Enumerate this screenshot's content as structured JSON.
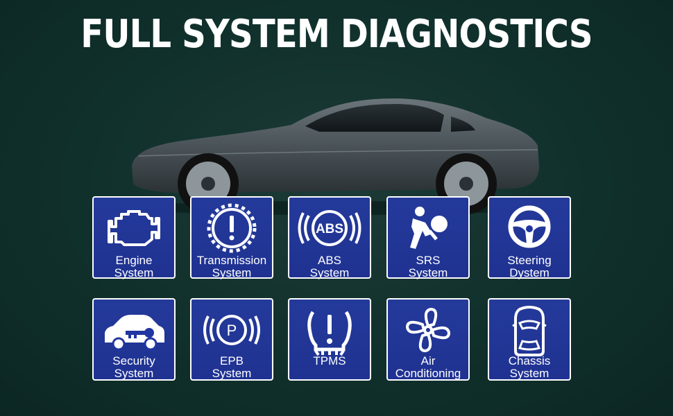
{
  "title": "FULL SYSTEM DIAGNOSTICS",
  "colors": {
    "background": "#10302c",
    "tile_fill": "#2136a0",
    "tile_border": "#ffffff",
    "text": "#ffffff"
  },
  "systems": [
    {
      "line1": "Engine",
      "line2": "System",
      "icon": "engine-icon"
    },
    {
      "line1": "Transmission",
      "line2": "System",
      "icon": "transmission-warning-icon"
    },
    {
      "line1": "ABS",
      "line2": "System",
      "icon": "abs-icon"
    },
    {
      "line1": "SRS",
      "line2": "System",
      "icon": "airbag-icon"
    },
    {
      "line1": "Steering",
      "line2": "Dystem",
      "icon": "steering-wheel-icon"
    },
    {
      "line1": "Security",
      "line2": "System",
      "icon": "car-key-icon"
    },
    {
      "line1": "EPB",
      "line2": "System",
      "icon": "parking-brake-icon"
    },
    {
      "line1": "",
      "line2": "TPMS",
      "icon": "tire-pressure-icon"
    },
    {
      "line1": "Air",
      "line2": "Conditioning",
      "icon": "fan-icon"
    },
    {
      "line1": "Chassis",
      "line2": "System",
      "icon": "chassis-car-icon"
    }
  ]
}
